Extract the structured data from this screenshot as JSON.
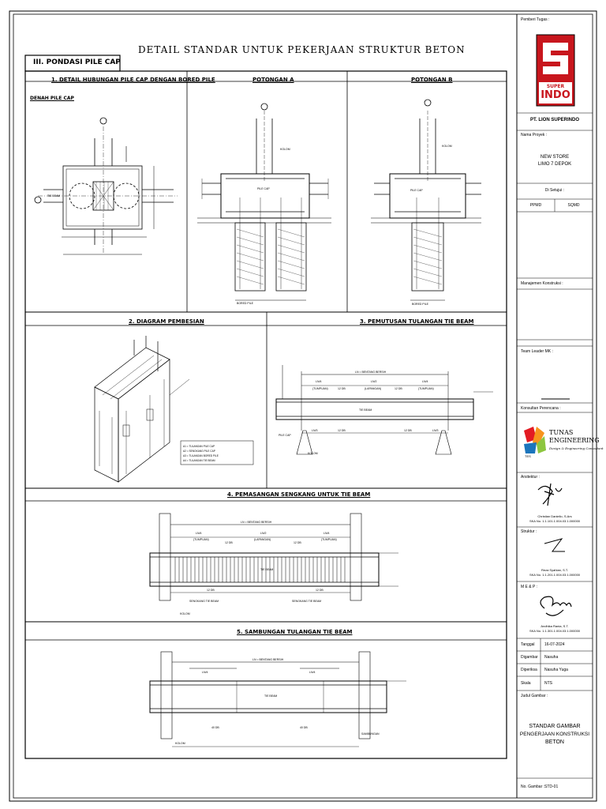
{
  "main_title": "DETAIL STANDAR UNTUK PEKERJAAN STRUKTUR BETON",
  "section_label": "III.  PONDASI PILE CAP",
  "panels": {
    "p1_title": "1. DETAIL HUBUNGAN PILE CAP DENGAN BORED PILE",
    "denah": "DENAH PILE CAP",
    "potA": "POTONGAN A",
    "potB": "POTONGAN B",
    "p2_title": "2. DIAGRAM PEMBESIAN",
    "p3_title": "3. PEMUTUSAN TULANGAN TIE BEAM",
    "p4_title": "4. PEMASANGAN SENGKANG UNTUK TIE BEAM",
    "p5_title": "5. SAMBUNGAN TULANGAN TIE BEAM"
  },
  "drawing_labels": {
    "tie_beam": "TIE BEAM",
    "bentang": "LN = BENTANG BERSIH",
    "ln4": "LN/4",
    "ln2": "LN/2",
    "ln3": "LN/3",
    "tumpuan": "(TUMPUAN)",
    "lapangan": "(LAPANGAN)",
    "sengkang": "SENGKANG TIE BEAM",
    "pile_cap": "PILE CAP",
    "kolom": "KOLOM",
    "bored_pile": "BORED PILE",
    "dim": "12 DB",
    "dim40": "40 DB",
    "sambungan": "SAMBUNGAN",
    "legend": [
      "A1 = TULANGAN PILE CAP",
      "A2 = SENGKANG PILE CAP",
      "A3 = TULANGAN BORED PILE",
      "A4 = TULANGAN TIE BEAM"
    ]
  },
  "titleblock": {
    "pemberi_label": "Pemberi Tugas :",
    "logo_top": "SUPER",
    "logo_bottom": "INDO",
    "company": "PT. LION SUPERINDO",
    "proyek_label": "Nama Proyek :",
    "proyek_line1": "NEW STORE",
    "proyek_line2": "LIMO 7 DEPOK",
    "disetujui": "Di Setujui :",
    "col1": "PPMD",
    "col2": "SQMD",
    "mk_label": "Manajemen Konstruksi :",
    "teamleader": "Team Leader MK :",
    "konsultan": "Konsultan Perencana :",
    "tunas1": "TUNAS",
    "tunas2": "ENGINEERING",
    "tunas3": "Design & Engineering Consultant",
    "tunas_mark": "TES",
    "arsitektur": "Arsitektur :",
    "arch_name": "Christian Daniello, S.Ars",
    "arch_reg": "SKA No. 1.1.101.1.004.03.1.000000",
    "struktur": "Struktur :",
    "str_name": "Reza Syahlan, S.T.",
    "str_reg": "SKA No. 1.1.201.1.004.03.1.000000",
    "mep": "M E & P :",
    "mep_name": "Andhika Rania, S.T.",
    "mep_reg": "SKA No. 1.1.301.1.004.03.1.000000",
    "tanggal_l": "Tanggal",
    "tanggal_v": "16-07-2024",
    "digambar_l": "Digambar",
    "digambar_v": "Nasuha",
    "diperiksa_l": "Diperiksa",
    "diperiksa_v": "Nasuha Yuga",
    "skala_l": "Skala",
    "skala_v": "NTS",
    "judul_l": "Judul Gambar :",
    "judul1": "STANDAR GAMBAR",
    "judul2": "PENGERJAAN KONSTRUKSI",
    "judul3": "BETON",
    "nogambar_l": "No. Gambar :",
    "nogambar_v": "STD-01"
  }
}
